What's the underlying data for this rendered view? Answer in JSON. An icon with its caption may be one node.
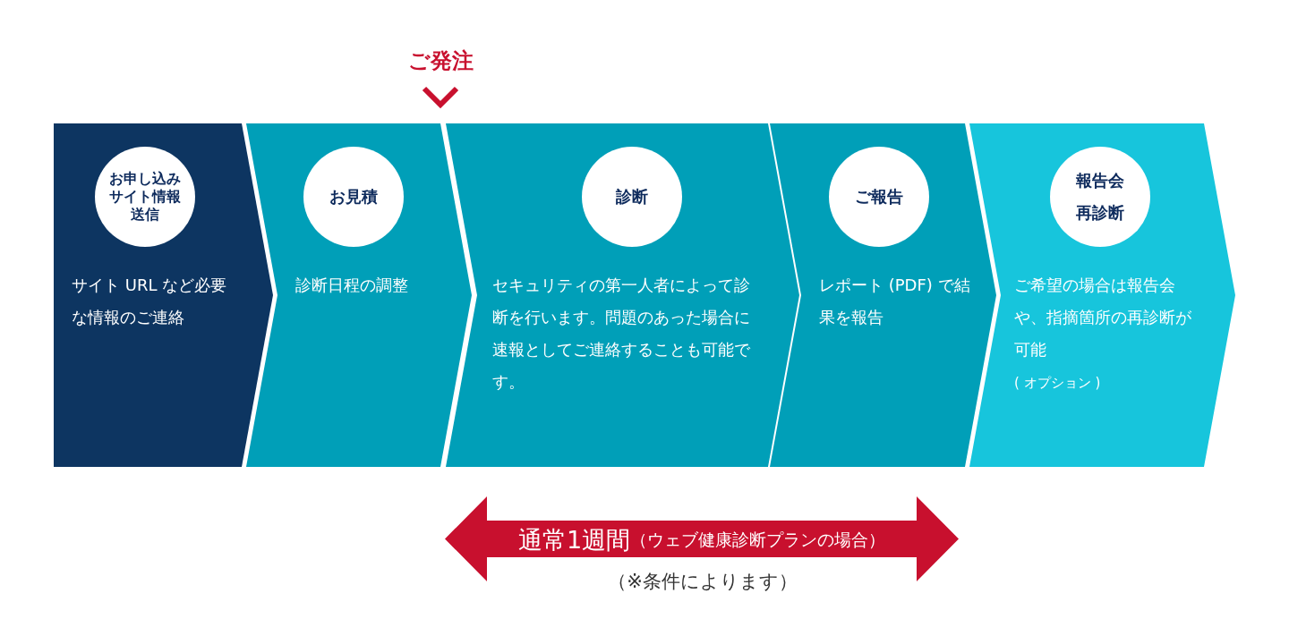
{
  "diagram": {
    "nodes": [
      {
        "text": [
          "お申し込みサイト情報送信",
          "サイト URL など必要な情報のご連絡"
        ]
      },
      {
        "text": [
          "お見積",
          "診断日程の調整"
        ]
      },
      {
        "text": [
          "診断",
          "セキュリティの第一人者によって診断を行います。問題のあった場合に速報としてご連絡することも可能です。"
        ]
      },
      {
        "text": [
          "ご報告",
          "レポート (PDF) で結果を報告"
        ]
      },
      {
        "text": [
          "報告会再診断",
          "ご希望の場合は報告会や、指摘箇所の再診断が可能",
          "( オプション )"
        ]
      },
      {
        "text": [
          "通常1週間",
          "（ウェブ健康診断プランの場合）"
        ],
        "beside": [
          "（※条件によります）"
        ]
      }
    ],
    "labels": [
      "ご発注"
    ]
  }
}
